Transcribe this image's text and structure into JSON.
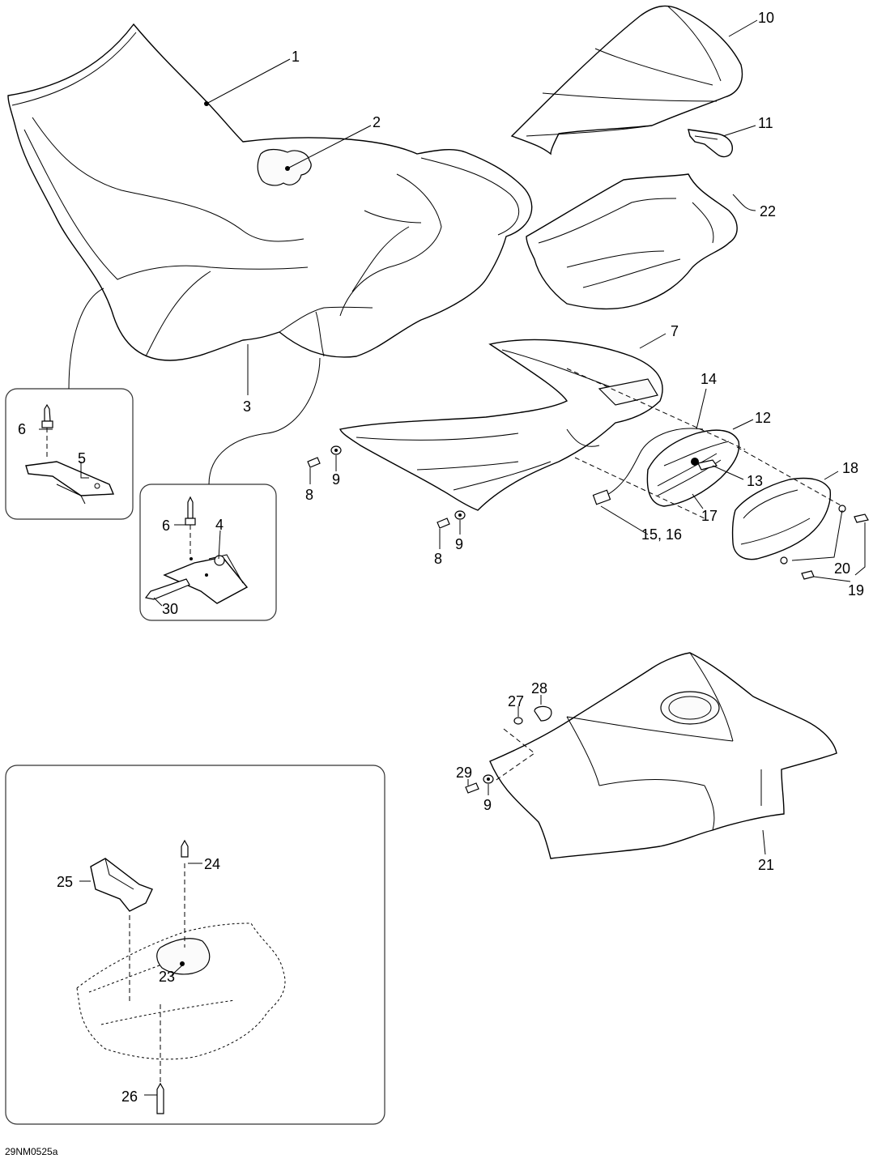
{
  "diagram": {
    "code": "29NM0525a",
    "callouts": {
      "c1": "1",
      "c2": "2",
      "c3": "3",
      "c4": "4",
      "c5": "5",
      "c6a": "6",
      "c6b": "6",
      "c7": "7",
      "c8a": "8",
      "c8b": "8",
      "c9a": "9",
      "c9b": "9",
      "c9c": "9",
      "c10": "10",
      "c11": "11",
      "c12": "12",
      "c13": "13",
      "c14": "14",
      "c15": "15, 16",
      "c17": "17",
      "c18": "18",
      "c19": "19",
      "c20": "20",
      "c21": "21",
      "c22": "22",
      "c23": "23",
      "c24": "24",
      "c25": "25",
      "c26": "26",
      "c27": "27",
      "c28": "28",
      "c29": "29",
      "c30": "30"
    }
  }
}
